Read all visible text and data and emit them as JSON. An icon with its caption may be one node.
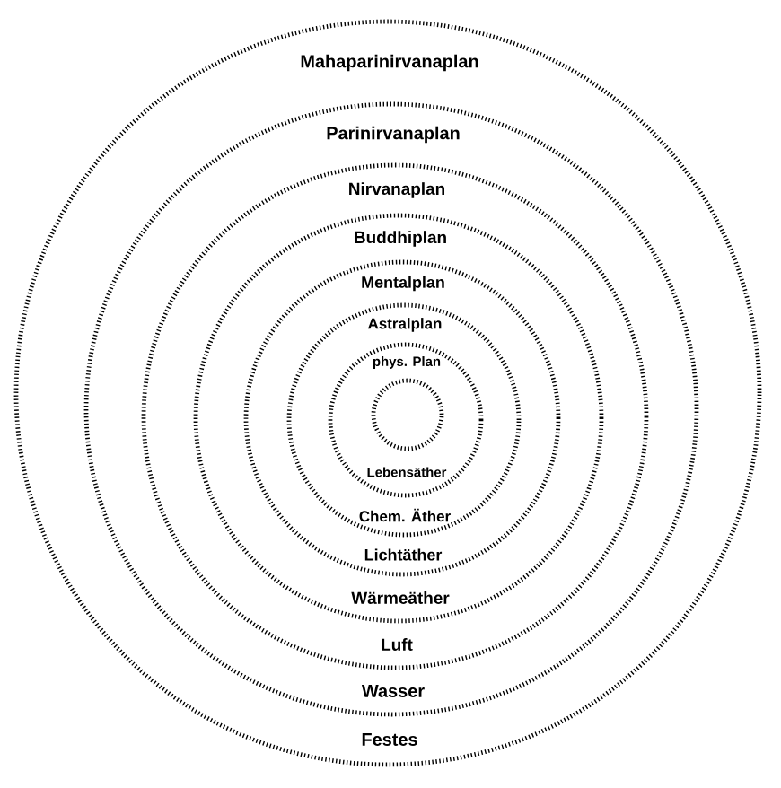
{
  "diagram": {
    "nodes": [
      {
        "text": [
          "Mahaparinirvanaplan",
          "Festes"
        ]
      },
      {
        "text": [
          "Parinirvanaplan",
          "Wasser"
        ],
        "in": 0
      },
      {
        "text": [
          "Nirvanaplan",
          "Luft"
        ],
        "in": 1
      },
      {
        "text": [
          "Buddhiplan",
          "Wärmeäther"
        ],
        "in": 2
      },
      {
        "text": [
          "Mentalplan",
          "Lichtäther"
        ],
        "in": 3
      },
      {
        "text": [
          "Astralplan",
          "Chem. Äther"
        ],
        "in": 4
      },
      {
        "text": [
          "phys. Plan",
          "Lebensäther"
        ],
        "in": 5
      },
      {
        "text": [],
        "shape": "circle",
        "in": 6
      }
    ]
  }
}
